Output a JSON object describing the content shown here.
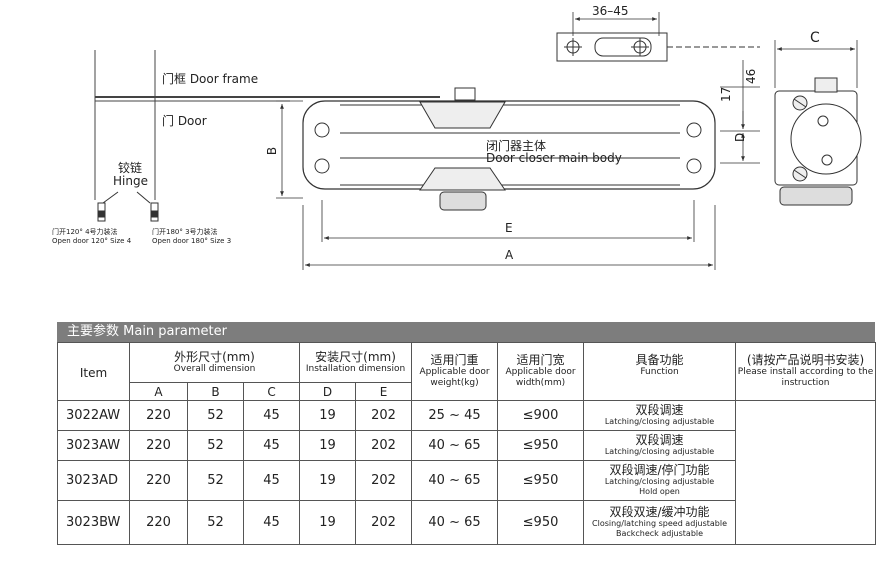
{
  "drawing": {
    "door_frame": "门框 Door frame",
    "door": "门 Door",
    "hinge_zh": "铰链",
    "hinge_en": "Hinge",
    "note1_zh": "门开120° 4号力装法",
    "note1_en": "Open door 120° Size 4",
    "note2_zh": "门开180° 3号力装法",
    "note2_en": "Open door 180° Size 3",
    "body_zh": "闭门器主体",
    "body_en": "Door closer main body",
    "dims": {
      "a": "A",
      "b": "B",
      "c": "C",
      "d": "D",
      "e": "E",
      "slot": "36–45",
      "d46": "46",
      "d17": "17"
    }
  },
  "table": {
    "title": "主要参数 Main parameter",
    "headers": {
      "item": "Item",
      "overall_zh": "外形尺寸(mm)",
      "overall_en": "Overall dimension",
      "install_zh": "安装尺寸(mm)",
      "install_en": "Installation dimension",
      "weight_zh": "适用门重",
      "weight_en": "Applicable door weight(kg)",
      "width_zh": "适用门宽",
      "width_en": "Applicable door width(mm)",
      "function_zh": "具备功能",
      "function_en": "Function",
      "note_zh": "(请按产品说明书安装)",
      "note_en": "Please install according to the instruction",
      "a": "A",
      "b": "B",
      "c": "C",
      "d": "D",
      "e": "E"
    },
    "rows": [
      {
        "item": "3022AW",
        "a": "220",
        "b": "52",
        "c": "45",
        "d": "19",
        "e": "202",
        "weight": "25 ~ 45",
        "width": "≤900",
        "fn_zh": "双段调速",
        "fn_en1": "Latching/closing adjustable",
        "fn_en2": ""
      },
      {
        "item": "3023AW",
        "a": "220",
        "b": "52",
        "c": "45",
        "d": "19",
        "e": "202",
        "weight": "40 ~ 65",
        "width": "≤950",
        "fn_zh": "双段调速",
        "fn_en1": "Latching/closing adjustable",
        "fn_en2": ""
      },
      {
        "item": "3023AD",
        "a": "220",
        "b": "52",
        "c": "45",
        "d": "19",
        "e": "202",
        "weight": "40 ~ 65",
        "width": "≤950",
        "fn_zh": "双段调速/停门功能",
        "fn_en1": "Latching/closing adjustable",
        "fn_en2": "Hold open"
      },
      {
        "item": "3023BW",
        "a": "220",
        "b": "52",
        "c": "45",
        "d": "19",
        "e": "202",
        "weight": "40 ~ 65",
        "width": "≤950",
        "fn_zh": "双段双速/缓冲功能",
        "fn_en1": "Closing/latching speed adjustable",
        "fn_en2": "Backcheck adjustable"
      }
    ]
  }
}
